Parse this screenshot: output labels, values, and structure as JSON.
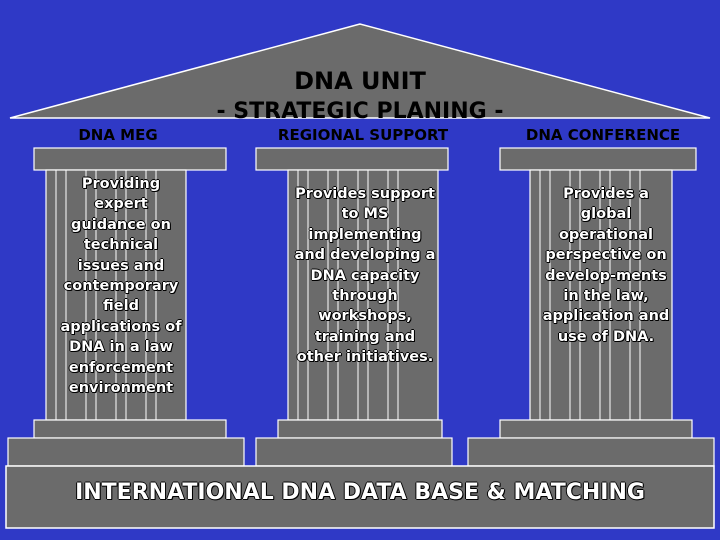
{
  "title": "DNA UNIT",
  "subtitle": "- STRATEGIC PLANING -",
  "pillars": [
    {
      "header": "DNA MEG",
      "text": "Providing expert guidance on technical issues and contemporary field applications of DNA in a law enforcement environment"
    },
    {
      "header": "REGIONAL SUPPORT",
      "text": "Provides support to MS implementing and developing a DNA capacity through workshops, training and other initiatives."
    },
    {
      "header": "DNA CONFERENCE",
      "text": "Provides a global operational perspective on develop-ments in the law, application and use of DNA."
    }
  ],
  "foundation": "INTERNATIONAL DNA DATA BASE & MATCHING",
  "colors": {
    "background": "#2f39c6",
    "stone": "#6b6b6b",
    "outline": "#ffffff"
  }
}
